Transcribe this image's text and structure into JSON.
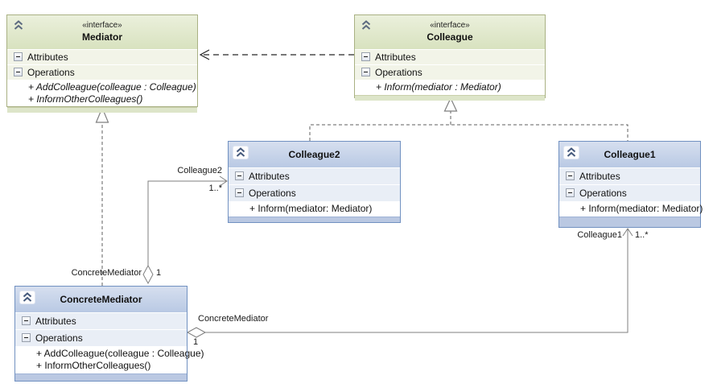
{
  "colors": {
    "interface_header": "#dfe7ca",
    "interface_border": "#a9b183",
    "class_header": "#c3d1e8",
    "class_border": "#7191c1",
    "association_line": "#7f7f7f",
    "dependency_line": "#262626",
    "canvas_background": "#ffffff"
  },
  "icons": {
    "collapse_chevron": "chevron-double-up-icon",
    "section_expander": "minus-box-icon"
  },
  "section_labels": {
    "attributes": "Attributes",
    "operations": "Operations"
  },
  "classes": {
    "mediator": {
      "stereotype": "«interface»",
      "title": "Mediator",
      "operations": [
        "+ AddColleague(colleague : Colleague)",
        "+ InformOtherColleagues()"
      ]
    },
    "colleague": {
      "stereotype": "«interface»",
      "title": "Colleague",
      "operations": [
        "+ Inform(mediator : Mediator)"
      ]
    },
    "colleague2": {
      "title": "Colleague2",
      "operations": [
        "+ Inform(mediator: Mediator)"
      ]
    },
    "colleague1": {
      "title": "Colleague1",
      "operations": [
        "+ Inform(mediator: Mediator)"
      ]
    },
    "concrete_mediator": {
      "title": "ConcreteMediator",
      "operations": [
        "+ AddColleague(colleague : Colleague)",
        "+ InformOtherColleagues()"
      ]
    }
  },
  "edges": {
    "dependency_colleague_to_mediator": {
      "type": "dependency",
      "from": "Colleague",
      "to": "Mediator"
    },
    "realization_concretemediator_to_mediator": {
      "type": "realization",
      "from": "ConcreteMediator",
      "to": "Mediator"
    },
    "realization_colleagues_to_colleague": {
      "type": "realization",
      "from": "Colleague2, Colleague1",
      "to": "Colleague"
    },
    "aggregation_colleague2": {
      "type": "aggregation",
      "role_label": "Colleague2",
      "role_multiplicity": "1..*",
      "source_label": "ConcreteMediator",
      "source_multiplicity": "1"
    },
    "aggregation_colleague1": {
      "type": "aggregation",
      "role_label": "Colleague1",
      "role_multiplicity": "1..*",
      "source_label": "ConcreteMediator",
      "source_multiplicity": "1"
    }
  }
}
